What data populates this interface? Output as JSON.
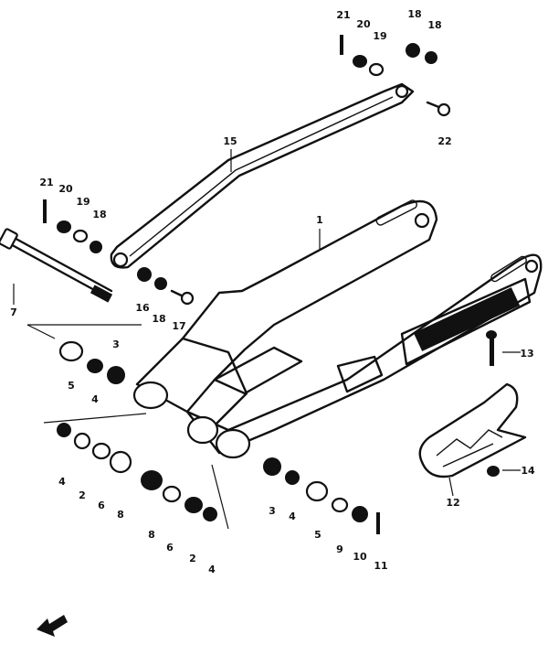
{
  "callouts": {
    "c1": "1",
    "c2a": "2",
    "c2b": "2",
    "c3a": "3",
    "c3b": "3",
    "c4a": "4",
    "c4b": "4",
    "c4c": "4",
    "c4d": "4",
    "c5a": "5",
    "c5b": "5",
    "c6a": "6",
    "c6b": "6",
    "c7": "7",
    "c8a": "8",
    "c8b": "8",
    "c9": "9",
    "c10": "10",
    "c11": "11",
    "c12": "12",
    "c13": "13",
    "c14": "14",
    "c15": "15",
    "c16": "16",
    "c17": "17",
    "c18a": "18",
    "c18b": "18",
    "c18c": "18",
    "c18d": "18",
    "c19a": "19",
    "c19b": "19",
    "c20a": "20",
    "c20b": "20",
    "c21a": "21",
    "c21b": "21",
    "c22": "22"
  },
  "icons": {
    "front_arrow": "front-direction-arrow-icon"
  },
  "colors": {
    "ink": "#111111",
    "paper": "#ffffff"
  }
}
